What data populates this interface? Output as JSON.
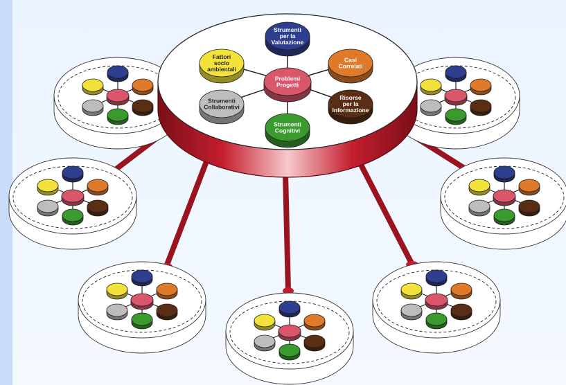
{
  "center": {
    "hub": {
      "lines": [
        "Problemi",
        "Progetti"
      ],
      "color": "#d9566b",
      "text_color": "#ffffff"
    },
    "nodes": [
      {
        "id": "valutazione",
        "lines": [
          "Strumenti",
          "per la",
          "Valutazione"
        ],
        "color": "#2e3f8f",
        "text_color": "#ffffff",
        "icon": "disc"
      },
      {
        "id": "casi",
        "lines": [
          "Casi",
          "Correlati"
        ],
        "color": "#e07a2b",
        "text_color": "#ffffff",
        "icon": "disc"
      },
      {
        "id": "risorse",
        "lines": [
          "Risorse",
          "per la",
          "Informazione"
        ],
        "color": "#5a2e14",
        "text_color": "#ffffff",
        "icon": "disc"
      },
      {
        "id": "cognitivi",
        "lines": [
          "Strumenti",
          "Cognitivi"
        ],
        "color": "#3a9a2e",
        "text_color": "#ffffff",
        "icon": "disc"
      },
      {
        "id": "collaborativi",
        "lines": [
          "Strumenti",
          "Collaborativi"
        ],
        "color": "#bdbdbd",
        "text_color": "#222222",
        "icon": "disc"
      },
      {
        "id": "socio",
        "lines": [
          "Fattori",
          "socio",
          "ambientali"
        ],
        "color": "#f2e23a",
        "text_color": "#222222",
        "icon": "disc"
      }
    ]
  },
  "colors": {
    "background": "#eef6ff",
    "left_bar": "#c8def8",
    "rim_red": "#c41e2e",
    "rim_dark": "#7a0f18",
    "connector": "#b51a2a",
    "spoke": "#222222"
  },
  "satellites_count": 7
}
